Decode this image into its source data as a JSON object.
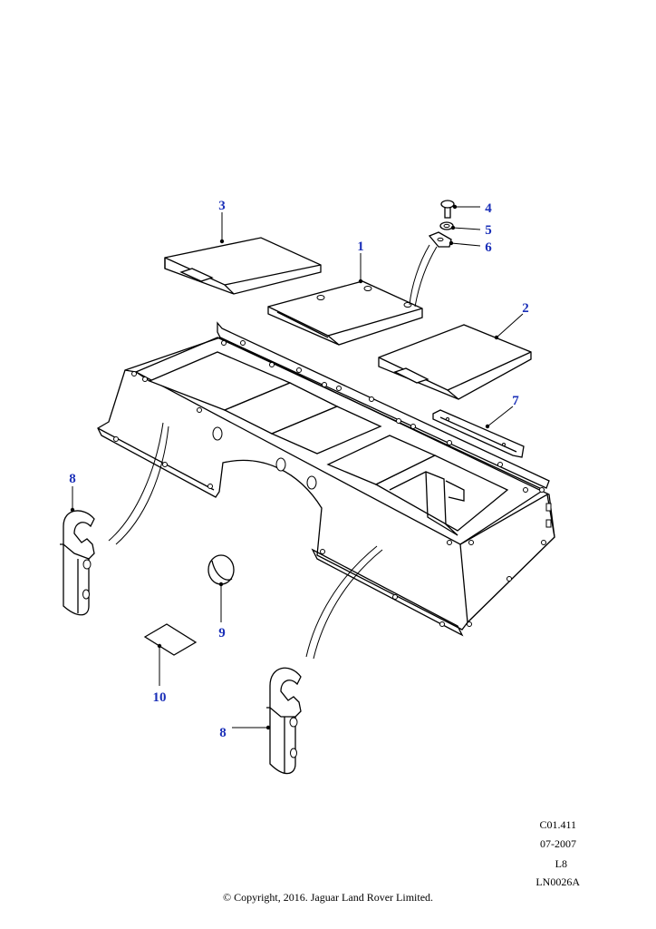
{
  "diagram": {
    "callout_color": "#1a2fb8",
    "callouts": [
      {
        "id": "c1",
        "label": "1"
      },
      {
        "id": "c2",
        "label": "2"
      },
      {
        "id": "c3",
        "label": "3"
      },
      {
        "id": "c4",
        "label": "4"
      },
      {
        "id": "c5",
        "label": "5"
      },
      {
        "id": "c6",
        "label": "6"
      },
      {
        "id": "c7",
        "label": "7"
      },
      {
        "id": "c8a",
        "label": "8"
      },
      {
        "id": "c8b",
        "label": "8"
      },
      {
        "id": "c9",
        "label": "9"
      },
      {
        "id": "c10",
        "label": "10"
      }
    ]
  },
  "footer": {
    "ref_code": "C01.411",
    "date": "07-2007",
    "model": "L8",
    "illustration_id": "LN0026A",
    "copyright": "© Copyright, 2016. Jaguar Land Rover Limited."
  }
}
